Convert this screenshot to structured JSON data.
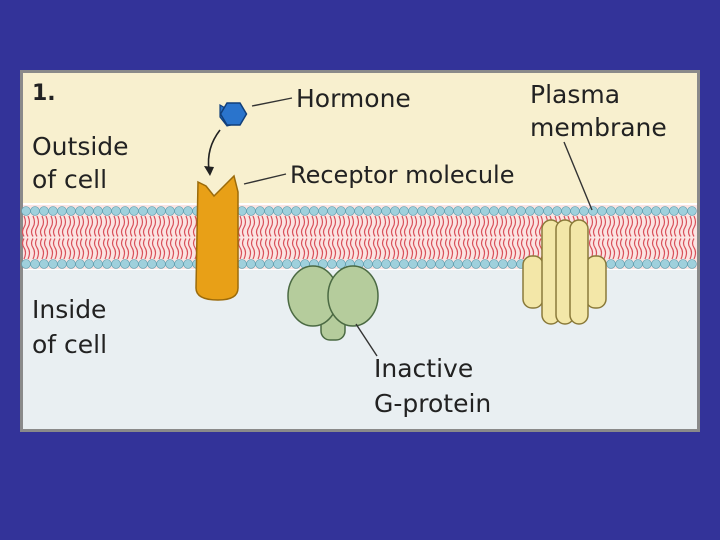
{
  "figure": {
    "step_number": "1.",
    "labels": {
      "outside_line1": "Outside",
      "outside_line2": "of cell",
      "inside_line1": "Inside",
      "inside_line2": "of cell",
      "hormone": "Hormone",
      "receptor": "Receptor molecule",
      "plasma_line1": "Plasma",
      "plasma_line2": "membrane",
      "gprotein_line1": "Inactive",
      "gprotein_line2": "G-protein"
    },
    "colors": {
      "background": "#333399",
      "outside_fill": "#f8f0cf",
      "inside_fill": "#e9eff2",
      "lipid_head": "#9fd0dc",
      "lipid_tail": "#d9505a",
      "hormone": "#2a74cc",
      "receptor": "#e8a017",
      "gprotein": "#b5cc9c",
      "channel": "#f3e7a8"
    }
  }
}
